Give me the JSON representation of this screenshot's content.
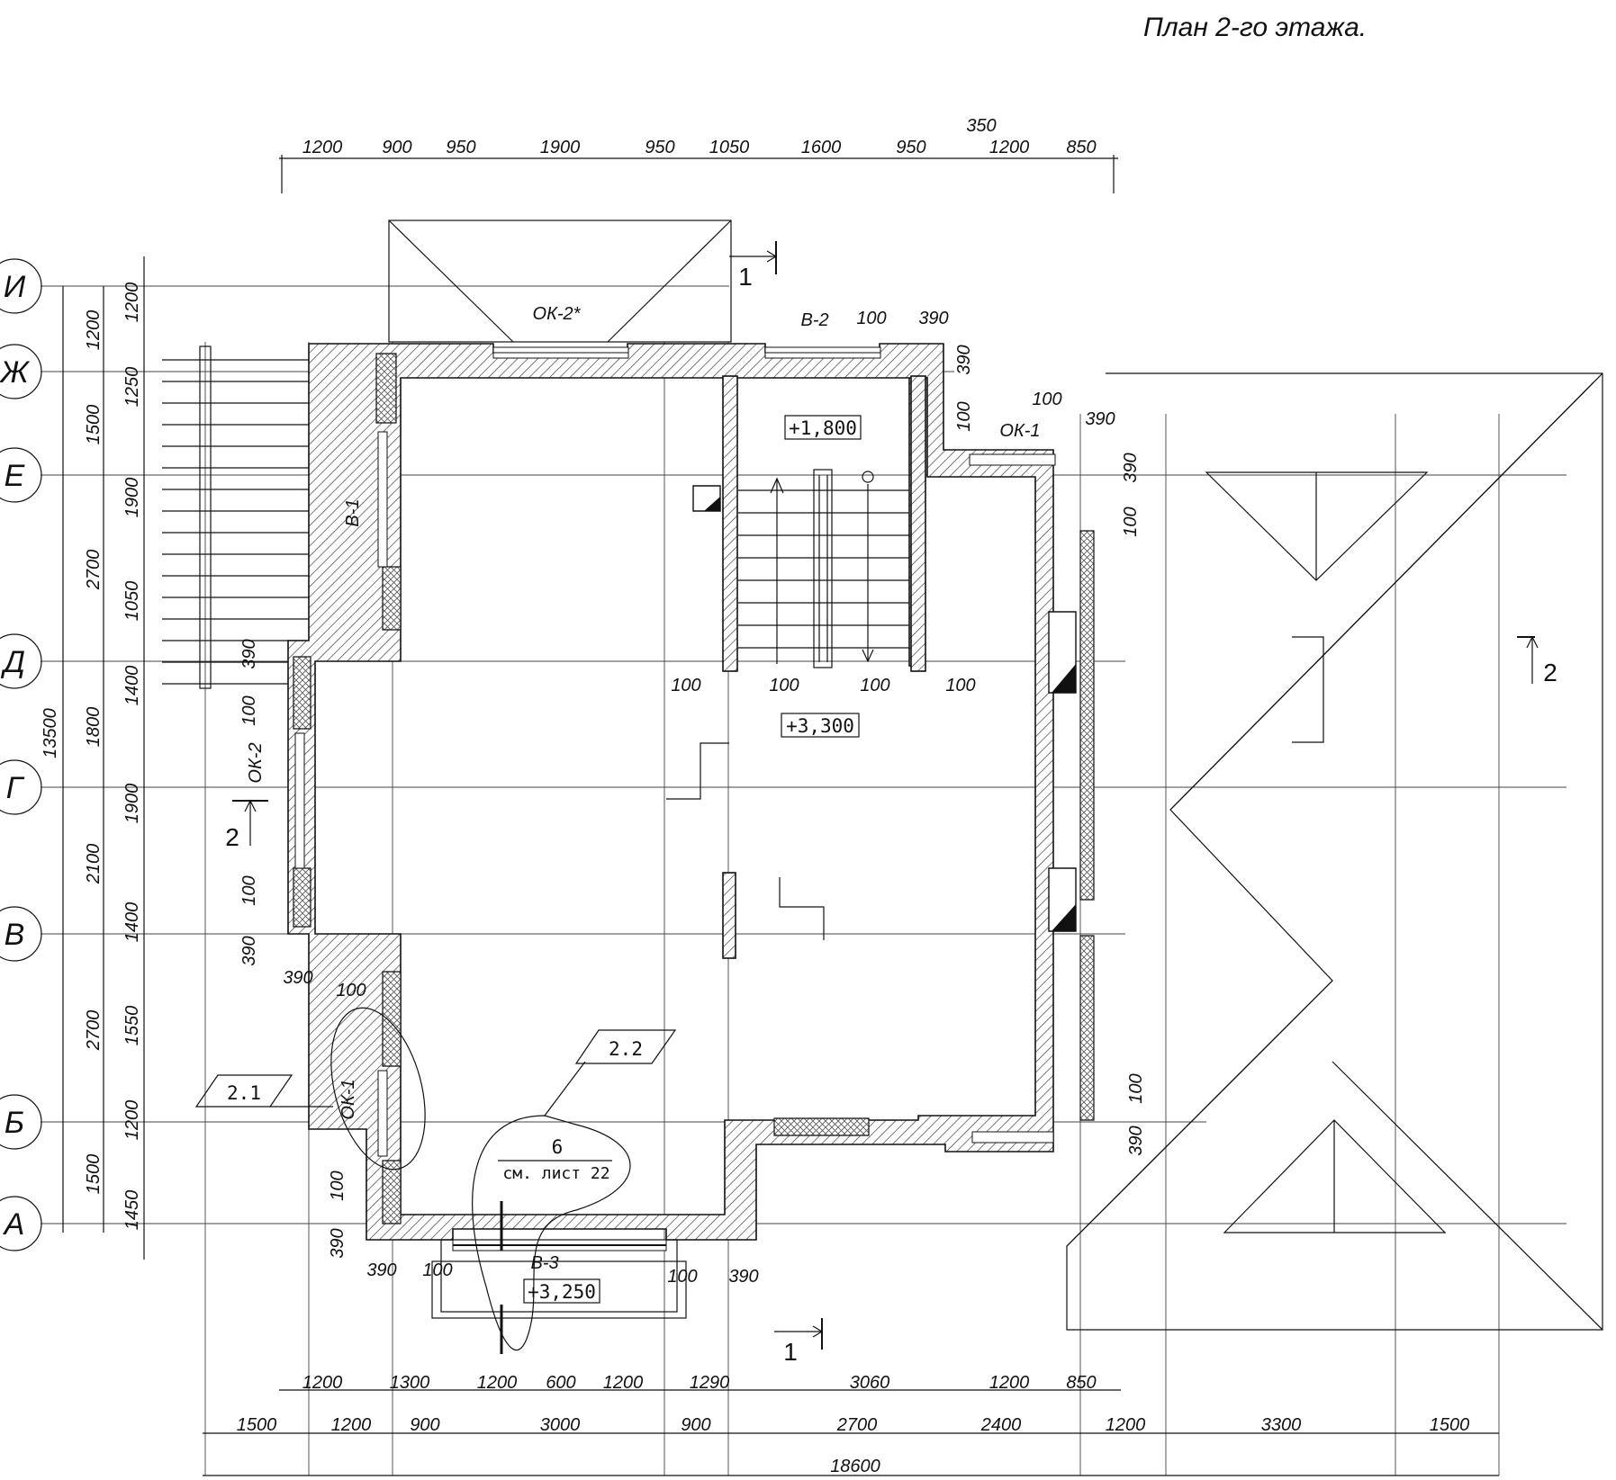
{
  "title": "План 2-го этажа.",
  "axes": [
    "И",
    "Ж",
    "Е",
    "Д",
    "Г",
    "В",
    "Б",
    "А"
  ],
  "dims_top": [
    "1200",
    "900",
    "950",
    "1900",
    "950",
    "1050",
    "1600",
    "950",
    "1200",
    "850"
  ],
  "dim_top_extra": "350",
  "dims_bottom1": [
    "1200",
    "1300",
    "1200",
    "600",
    "1200",
    "1290",
    "3060",
    "1200",
    "850"
  ],
  "dims_bottom2": [
    "1500",
    "1200",
    "900",
    "3000",
    "900",
    "2700",
    "2400",
    "1200",
    "3300",
    "1500"
  ],
  "dim_bottom_total": "18600",
  "dims_left_outer": [
    "1200",
    "1500",
    "2700",
    "1800",
    "2100",
    "2700",
    "1500"
  ],
  "dim_left_total": "13500",
  "dims_left_inner": [
    "1200",
    "1250",
    "1900",
    "1050",
    "1400",
    "1900",
    "1400",
    "1550",
    "1200",
    "1450"
  ],
  "labels": {
    "ok2_star": "ОК-2*",
    "ok1_top": "ОК-1",
    "ok2_side": "ОК-2",
    "ok1_side": "ОК-1",
    "b1": "В-1",
    "b2": "В-2",
    "b3": "В-3",
    "lvl_1800": "+1,800",
    "lvl_3300": "+3,300",
    "lvl_3250": "+3,250",
    "callout_21": "2.1",
    "callout_22": "2.2",
    "callout_6": "6",
    "callout_ref": "см. лист 22",
    "section1": "1",
    "section2": "2"
  },
  "wall_dims": {
    "d100": "100",
    "d390": "390"
  }
}
